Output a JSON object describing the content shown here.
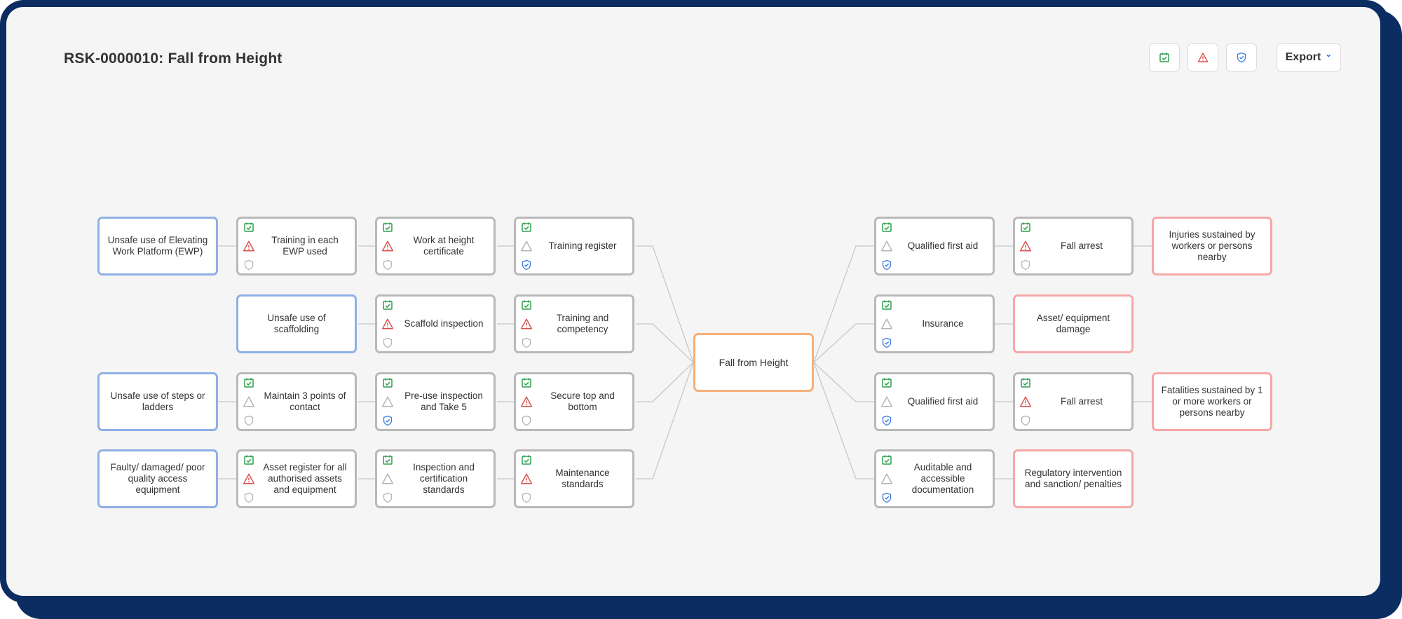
{
  "title": "RSK-0000010: Fall from Height",
  "toolbar": {
    "filter_effective_icon": "calendar-check-icon",
    "filter_warning_icon": "warning-triangle-icon",
    "filter_shield_icon": "shield-check-icon",
    "export_label": "Export"
  },
  "colors": {
    "frame": "#0b2d62",
    "cause_border": "#8fb0e6",
    "consequence_border": "#f5a8a8",
    "center_border": "#f6b07a",
    "control_border": "#b9b9b9",
    "icon_green": "#2e9e4f",
    "icon_red": "#d9534f",
    "icon_blue": "#3a7be0",
    "icon_gray": "#b5b5b5"
  },
  "center": {
    "label": "Fall from Height"
  },
  "causes": [
    {
      "label": "Unsafe use of Elevating Work Platform (EWP)"
    },
    {
      "label": "Unsafe use of scaffolding"
    },
    {
      "label": "Unsafe use of steps or ladders"
    },
    {
      "label": "Faulty/ damaged/ poor quality access equipment"
    }
  ],
  "preventive_controls": [
    {
      "label": "Training in each EWP used",
      "effective": true,
      "warning": true,
      "assured": false
    },
    {
      "label": "Work at height certificate",
      "effective": true,
      "warning": true,
      "assured": false
    },
    {
      "label": "Training register",
      "effective": true,
      "warning": false,
      "assured": true
    },
    {
      "label": "Scaffold inspection",
      "effective": true,
      "warning": true,
      "assured": false
    },
    {
      "label": "Training and competency",
      "effective": true,
      "warning": true,
      "assured": false
    },
    {
      "label": "Maintain 3 points of contact",
      "effective": true,
      "warning": false,
      "assured": false
    },
    {
      "label": "Pre-use inspection and Take 5",
      "effective": true,
      "warning": false,
      "assured": true
    },
    {
      "label": "Secure top and bottom",
      "effective": true,
      "warning": true,
      "assured": false
    },
    {
      "label": "Asset register for all authorised assets and equipment",
      "effective": true,
      "warning": true,
      "assured": false
    },
    {
      "label": "Inspection and certification standards",
      "effective": true,
      "warning": false,
      "assured": false
    },
    {
      "label": "Maintenance standards",
      "effective": true,
      "warning": true,
      "assured": false
    }
  ],
  "mitigating_controls": [
    {
      "label": "Qualified first aid",
      "effective": true,
      "warning": false,
      "assured": true
    },
    {
      "label": "Fall arrest",
      "effective": true,
      "warning": true,
      "assured": false
    },
    {
      "label": "Insurance",
      "effective": true,
      "warning": false,
      "assured": true
    },
    {
      "label": "Qualified first aid",
      "effective": true,
      "warning": false,
      "assured": true
    },
    {
      "label": "Fall arrest",
      "effective": true,
      "warning": true,
      "assured": false
    },
    {
      "label": "Auditable and accessible documentation",
      "effective": true,
      "warning": false,
      "assured": true
    }
  ],
  "consequences": [
    {
      "label": "Injuries sustained by workers or persons nearby"
    },
    {
      "label": "Asset/ equipment damage"
    },
    {
      "label": "Fatalities sustained by 1 or more workers or persons nearby"
    },
    {
      "label": "Regulatory intervention and sanction/ penalties"
    }
  ]
}
